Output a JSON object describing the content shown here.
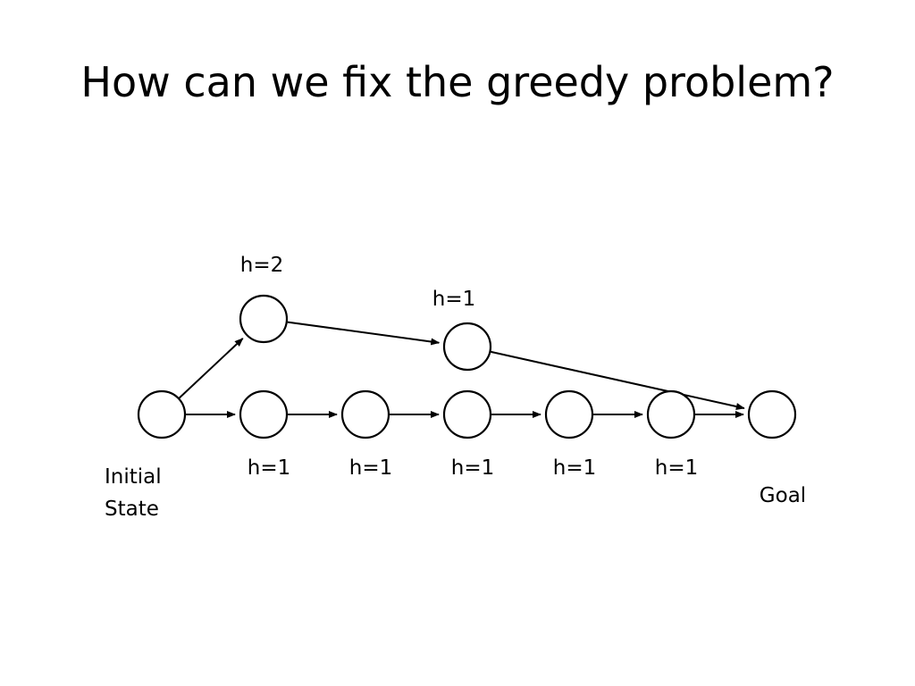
{
  "slide": {
    "title": "How can we fix the greedy problem?"
  },
  "diagram": {
    "nodes": [
      {
        "id": "start",
        "label_lines": [
          "Initial",
          "State"
        ]
      },
      {
        "id": "b1",
        "h_label": "h=1"
      },
      {
        "id": "b2",
        "h_label": "h=1"
      },
      {
        "id": "b3",
        "h_label": "h=1"
      },
      {
        "id": "b4",
        "h_label": "h=1"
      },
      {
        "id": "b5",
        "h_label": "h=1"
      },
      {
        "id": "goal",
        "label_lines": [
          "Goal"
        ]
      },
      {
        "id": "u1",
        "h_label": "h=2"
      },
      {
        "id": "u2",
        "h_label": "h=1"
      }
    ],
    "edges": [
      {
        "from": "start",
        "to": "b1"
      },
      {
        "from": "b1",
        "to": "b2"
      },
      {
        "from": "b2",
        "to": "b3"
      },
      {
        "from": "b3",
        "to": "b4"
      },
      {
        "from": "b4",
        "to": "b5"
      },
      {
        "from": "b5",
        "to": "goal"
      },
      {
        "from": "start",
        "to": "u1"
      },
      {
        "from": "u1",
        "to": "u2"
      },
      {
        "from": "u2",
        "to": "goal"
      }
    ]
  }
}
